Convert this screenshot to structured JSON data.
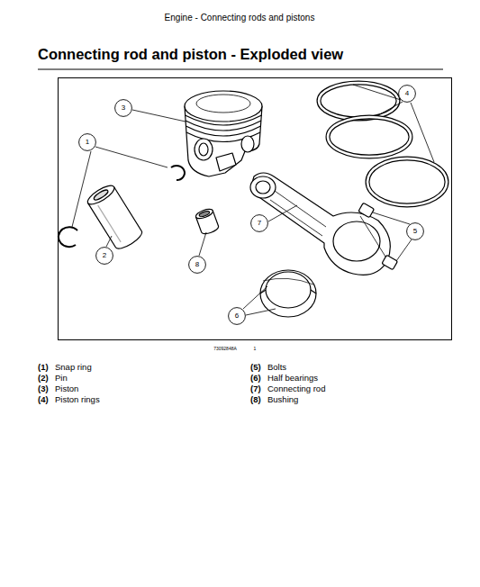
{
  "diagram": {
    "title": "Connecting rod and piston - Exploded view",
    "nodes": [
      {
        "text": [
          "3"
        ]
      },
      {
        "text": [
          "4"
        ]
      },
      {
        "text": [
          "1"
        ]
      },
      {
        "text": [
          "7"
        ]
      },
      {
        "text": [
          "5"
        ]
      },
      {
        "text": [
          "2"
        ]
      },
      {
        "text": [
          "8"
        ]
      },
      {
        "text": [
          "6"
        ]
      }
    ],
    "labels": [
      "Engine - Connecting rods and pistons",
      "73092848A",
      "1",
      "(1)",
      "Snap ring",
      "(2)",
      "Pin",
      "(3)",
      "Piston",
      "(4)",
      "Piston rings",
      "(5)",
      "Bolts",
      "(6)",
      "Half bearings",
      "(7)",
      "Connecting rod",
      "(8)",
      "Bushing"
    ]
  }
}
